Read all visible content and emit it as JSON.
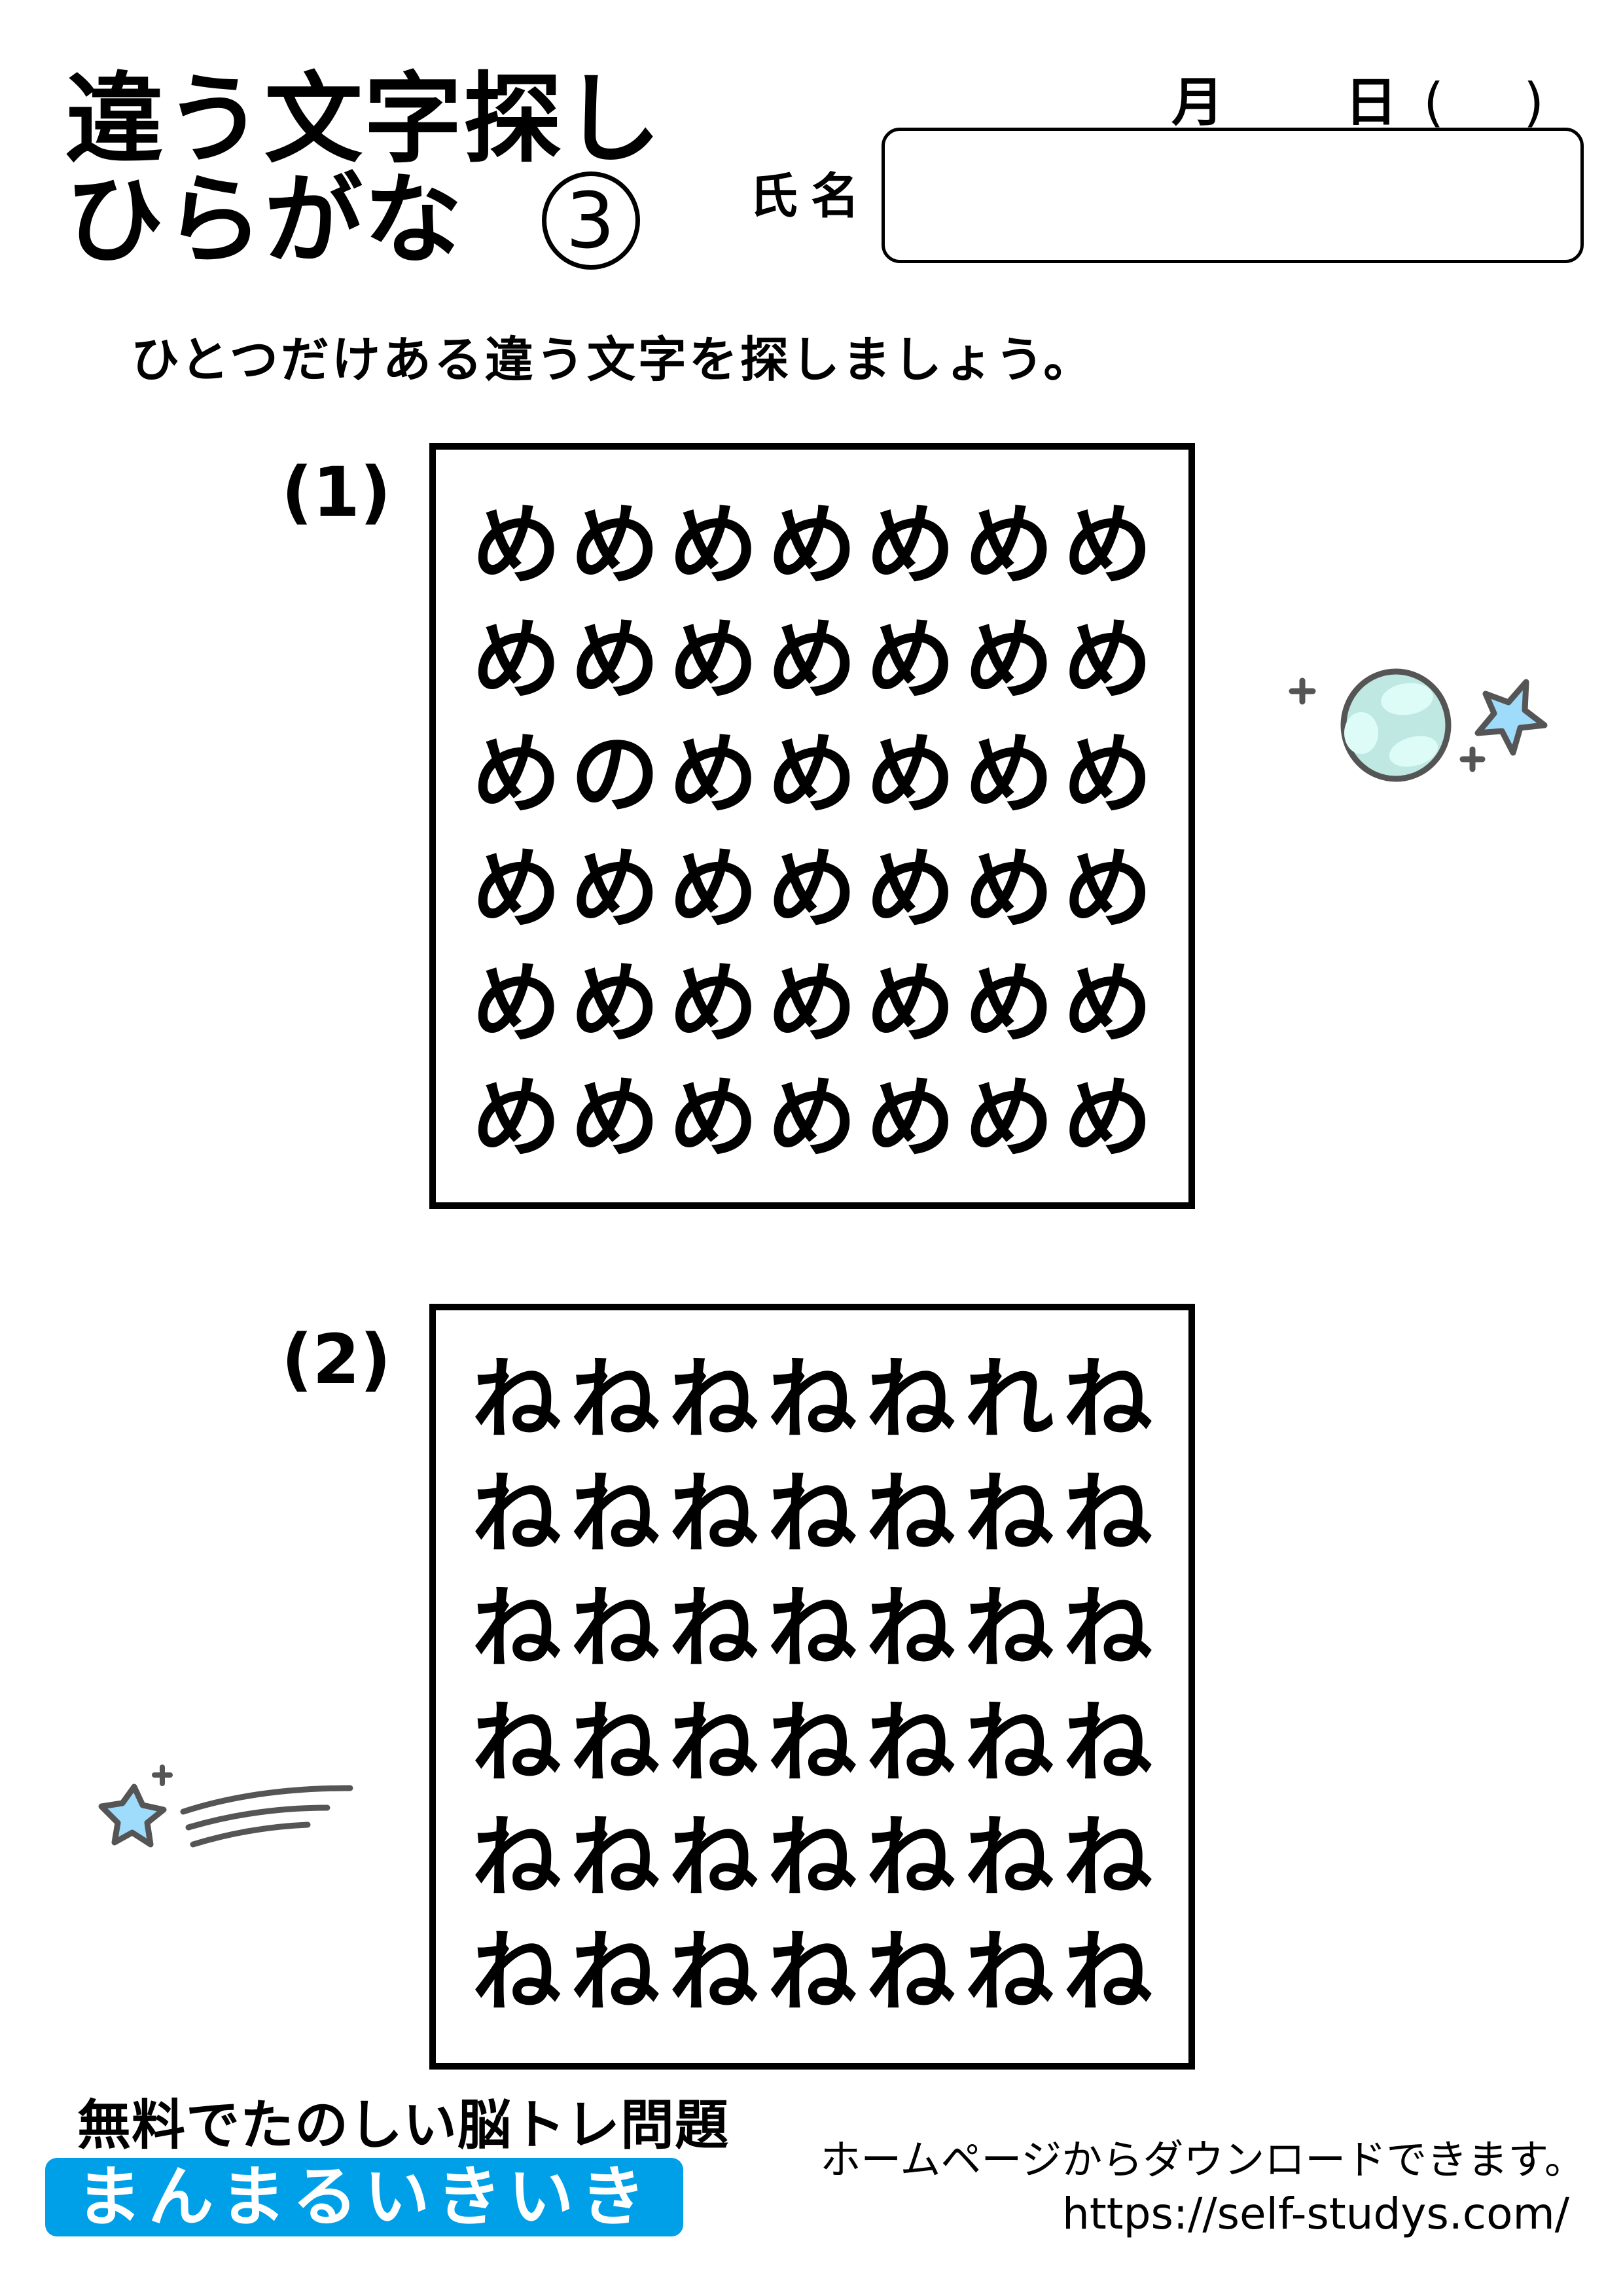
{
  "header": {
    "title_line1": "違う文字探し",
    "title_line2": "ひらがな",
    "title_number": "3",
    "date": {
      "month_label": "月",
      "day_label": "日",
      "weekday_open": "(",
      "weekday_close": ")"
    },
    "name_label": "氏名",
    "name_value": ""
  },
  "instruction": "ひとつだけある違う文字を探しましょう。",
  "puzzles": [
    {
      "label": "(1)",
      "rows": [
        [
          "め",
          "め",
          "め",
          "め",
          "め",
          "め",
          "め"
        ],
        [
          "め",
          "め",
          "め",
          "め",
          "め",
          "め",
          "め"
        ],
        [
          "め",
          "の",
          "め",
          "め",
          "め",
          "め",
          "め"
        ],
        [
          "め",
          "め",
          "め",
          "め",
          "め",
          "め",
          "め"
        ],
        [
          "め",
          "め",
          "め",
          "め",
          "め",
          "め",
          "め"
        ],
        [
          "め",
          "め",
          "め",
          "め",
          "め",
          "め",
          "め"
        ]
      ]
    },
    {
      "label": "(2)",
      "rows": [
        [
          "ね",
          "ね",
          "ね",
          "ね",
          "ね",
          "れ",
          "ね"
        ],
        [
          "ね",
          "ね",
          "ね",
          "ね",
          "ね",
          "ね",
          "ね"
        ],
        [
          "ね",
          "ね",
          "ね",
          "ね",
          "ね",
          "ね",
          "ね"
        ],
        [
          "ね",
          "ね",
          "ね",
          "ね",
          "ね",
          "ね",
          "ね"
        ],
        [
          "ね",
          "ね",
          "ね",
          "ね",
          "ね",
          "ね",
          "ね"
        ],
        [
          "ね",
          "ね",
          "ね",
          "ね",
          "ね",
          "ね",
          "ね"
        ]
      ]
    }
  ],
  "footer": {
    "tagline": "無料でたのしい脳トレ問題",
    "brand": "まんまるいきいき",
    "brand_color": "#00A0E9",
    "download_note": "ホームページからダウンロードできます。",
    "url": "https://self-studys.com/"
  },
  "decorations": {
    "planet_icon": "planet-icon",
    "star_icon": "star-icon",
    "sparkle_icon": "sparkle-icon",
    "shooting_star_icon": "shooting-star-icon",
    "planet_color": "#BFE8E2",
    "star_color": "#9FDBFA",
    "outline_color": "#555555"
  }
}
